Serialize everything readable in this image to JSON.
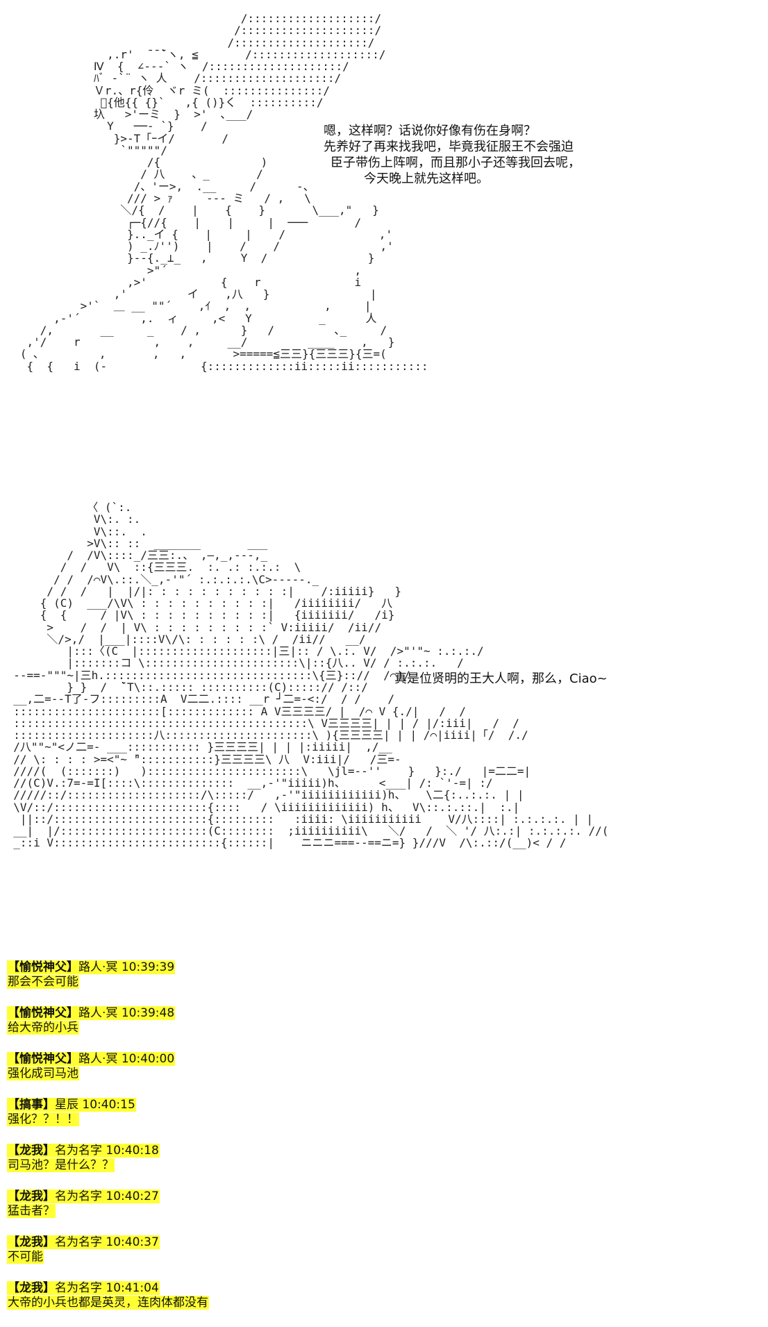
{
  "speech_top": {
    "lines": [
      "嗯，这样啊？话说你好像有伤在身啊？",
      "先养好了再来找我吧，毕竟我征服王不会强迫",
      "臣子带伤上阵啊，而且那小子还等我回去呢，",
      "今天晚上就先这样吧。"
    ]
  },
  "speech_bottom": {
    "text": "真是位贤明的王大人啊，那么，Ciao~"
  },
  "chat": [
    {
      "tag": "【愉悦神父】",
      "name": "路人·冥",
      "time": "10:39:39",
      "message": "那会不会可能"
    },
    {
      "tag": "【愉悦神父】",
      "name": "路人·冥",
      "time": "10:39:48",
      "message": "给大帝的小兵"
    },
    {
      "tag": "【愉悦神父】",
      "name": "路人·冥",
      "time": "10:40:00",
      "message": "强化成司马池"
    },
    {
      "tag": "【搞事】",
      "name": "星辰",
      "time": "10:40:15",
      "message": "强化？？！！"
    },
    {
      "tag": "【龙我】",
      "name": "名为名字",
      "time": "10:40:18",
      "message": "司马池？是什么？？"
    },
    {
      "tag": "【龙我】",
      "name": "名为名字",
      "time": "10:40:27",
      "message": "猛击者？"
    },
    {
      "tag": "【龙我】",
      "name": "名为名字",
      "time": "10:40:37",
      "message": "不可能"
    },
    {
      "tag": "【龙我】",
      "name": "名为名字",
      "time": "10:41:04",
      "message": "大帝的小兵也都是英灵，连肉体都没有"
    }
  ],
  "colors": {
    "highlight": "#ffff33",
    "text": "#111111",
    "background": "#ffffff"
  }
}
